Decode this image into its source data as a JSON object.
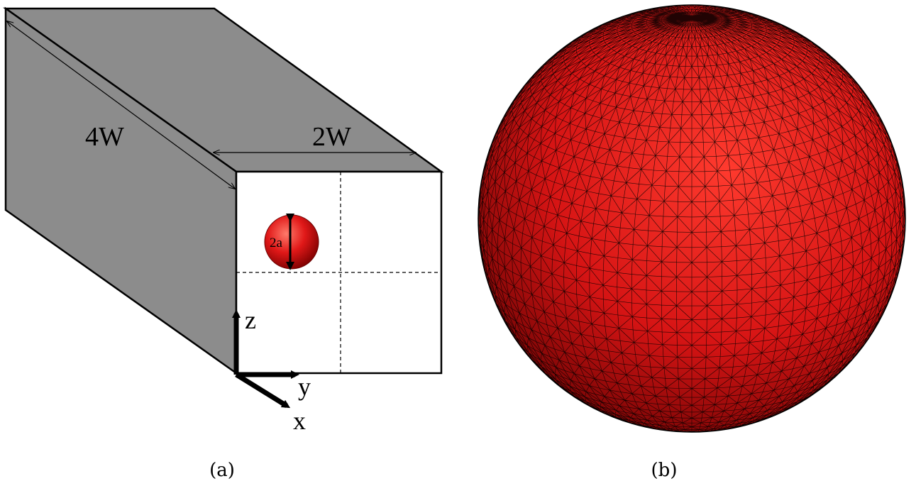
{
  "panel_a": {
    "dim_length": "4W",
    "dim_width": "2W",
    "particle_label": "2a",
    "axis_z": "z",
    "axis_y": "y",
    "axis_x": "x",
    "caption": "(a)"
  },
  "panel_b": {
    "caption": "(b)",
    "sphere_color": "#e31a1a",
    "mesh_color": "#000000"
  },
  "colors": {
    "channel_side": "#8c8c8c",
    "channel_top": "#8c8c8c",
    "particle": "#e01818"
  }
}
